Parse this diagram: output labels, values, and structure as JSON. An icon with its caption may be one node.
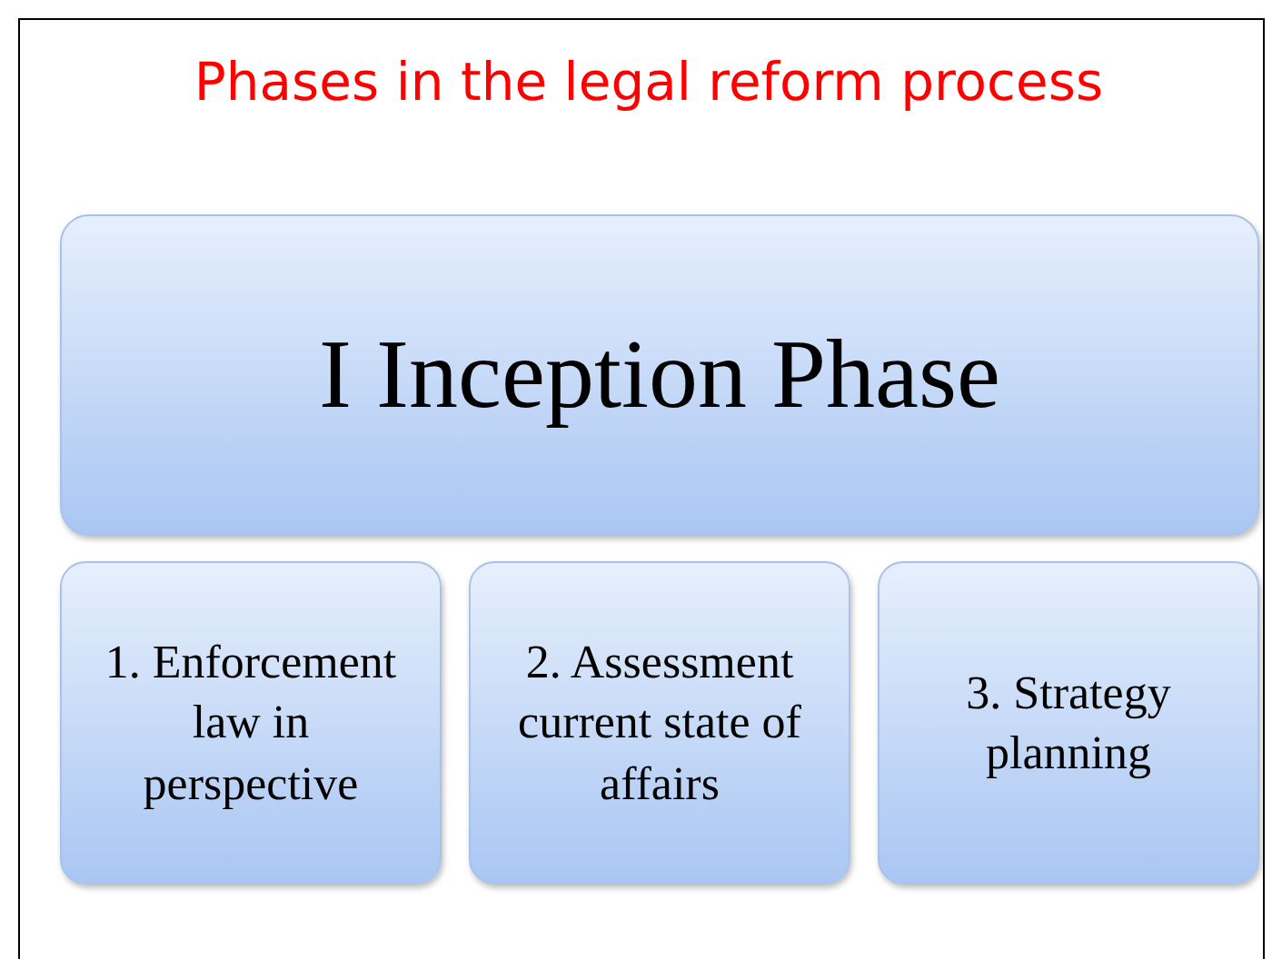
{
  "diagram": {
    "title": "Phases in the legal reform process",
    "nodes": [
      {
        "text": [
          "I Inception Phase"
        ]
      },
      {
        "text": [
          "1. Enforcement law in perspective"
        ]
      },
      {
        "text": [
          "2. Assessment current state of affairs"
        ]
      },
      {
        "text": [
          "3. Strategy planning"
        ]
      }
    ]
  }
}
